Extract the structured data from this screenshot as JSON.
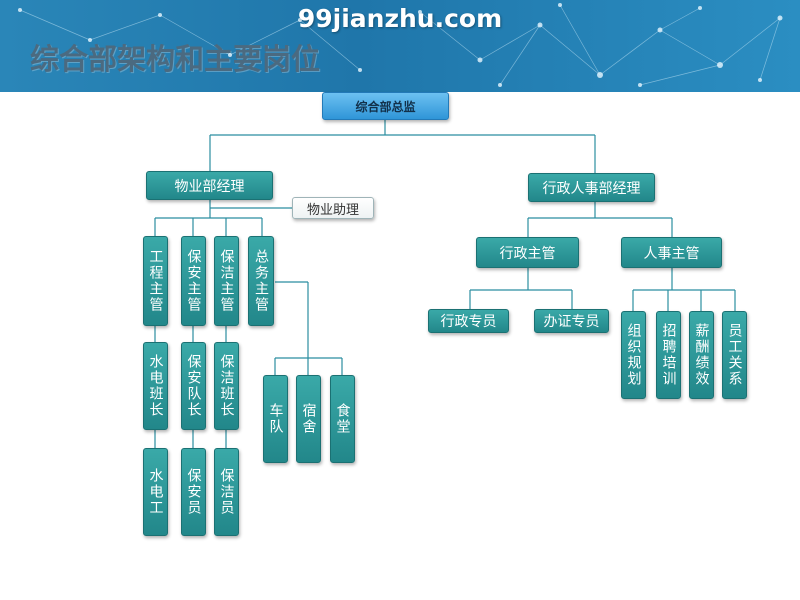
{
  "watermark": "99jianzhu.com",
  "title": "综合部架构和主要岗位",
  "org": {
    "root": "综合部总监",
    "property": {
      "manager": "物业部经理",
      "assistant": "物业助理",
      "engineering": "工程主管",
      "security": "保安主管",
      "cleaning": "保洁主管",
      "general": "总务主管",
      "water_elec_lead": "水电班长",
      "security_lead": "保安队长",
      "cleaning_lead": "保洁班长",
      "water_elec_worker": "水电工",
      "security_guard": "保安员",
      "cleaner": "保洁员",
      "fleet": "车队",
      "dormitory": "宿舍",
      "canteen": "食堂"
    },
    "admin_hr": {
      "manager": "行政人事部经理",
      "admin_supervisor": "行政主管",
      "hr_supervisor": "人事主管",
      "admin_staff": "行政专员",
      "license_staff": "办证专员",
      "org_planning": "组织规划",
      "recruit_training": "招聘培训",
      "comp_performance": "薪酬绩效",
      "employee_relations": "员工关系"
    }
  },
  "colors": {
    "banner": "#1f76aa",
    "node_fill": "#2b9597",
    "root_fill": "#3ea3e3",
    "connector": "#2b8ea0"
  }
}
